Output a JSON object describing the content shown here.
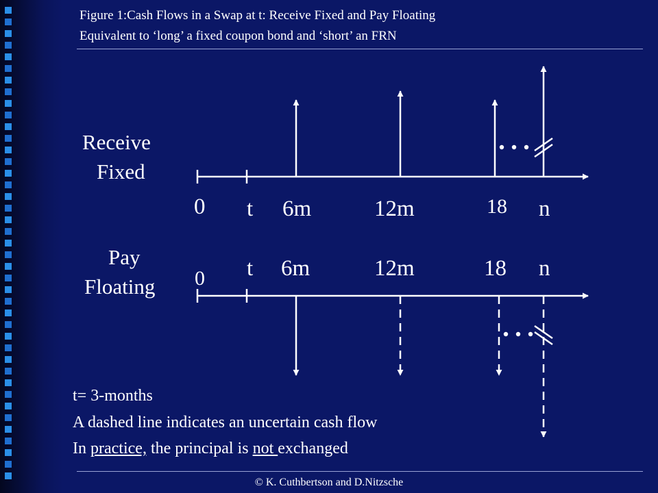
{
  "title": {
    "line1": "Figure  1:Cash Flows in a Swap at t: Receive Fixed and Pay Floating",
    "line2": "Equivalent to ‘long’ a fixed coupon bond and ‘short’ an FRN"
  },
  "receive": {
    "label_line1": "Receive",
    "label_line2": "Fixed",
    "ticks": {
      "zero": "0",
      "t": "t",
      "m6": "6m",
      "m12": "12m",
      "m18": "18",
      "n": "n"
    }
  },
  "pay": {
    "label_line1": "Pay",
    "label_line2": "Floating",
    "ticks": {
      "zero": "0",
      "t": "t",
      "m6": "6m",
      "m12": "12m",
      "m18": "18",
      "n": "n"
    }
  },
  "notes": {
    "line1": "t= 3-months",
    "line2": "A dashed line indicates an uncertain cash flow",
    "line3_a": "In ",
    "line3_b": "practice,",
    "line3_c": " the principal is ",
    "line3_d": "not ",
    "line3_e": "exchanged"
  },
  "footer": "© K. Cuthbertson and D.Nitzsche",
  "colors": {
    "background": "#0b1766",
    "accent": "#2a8fe8",
    "foreground": "#ffffff"
  }
}
